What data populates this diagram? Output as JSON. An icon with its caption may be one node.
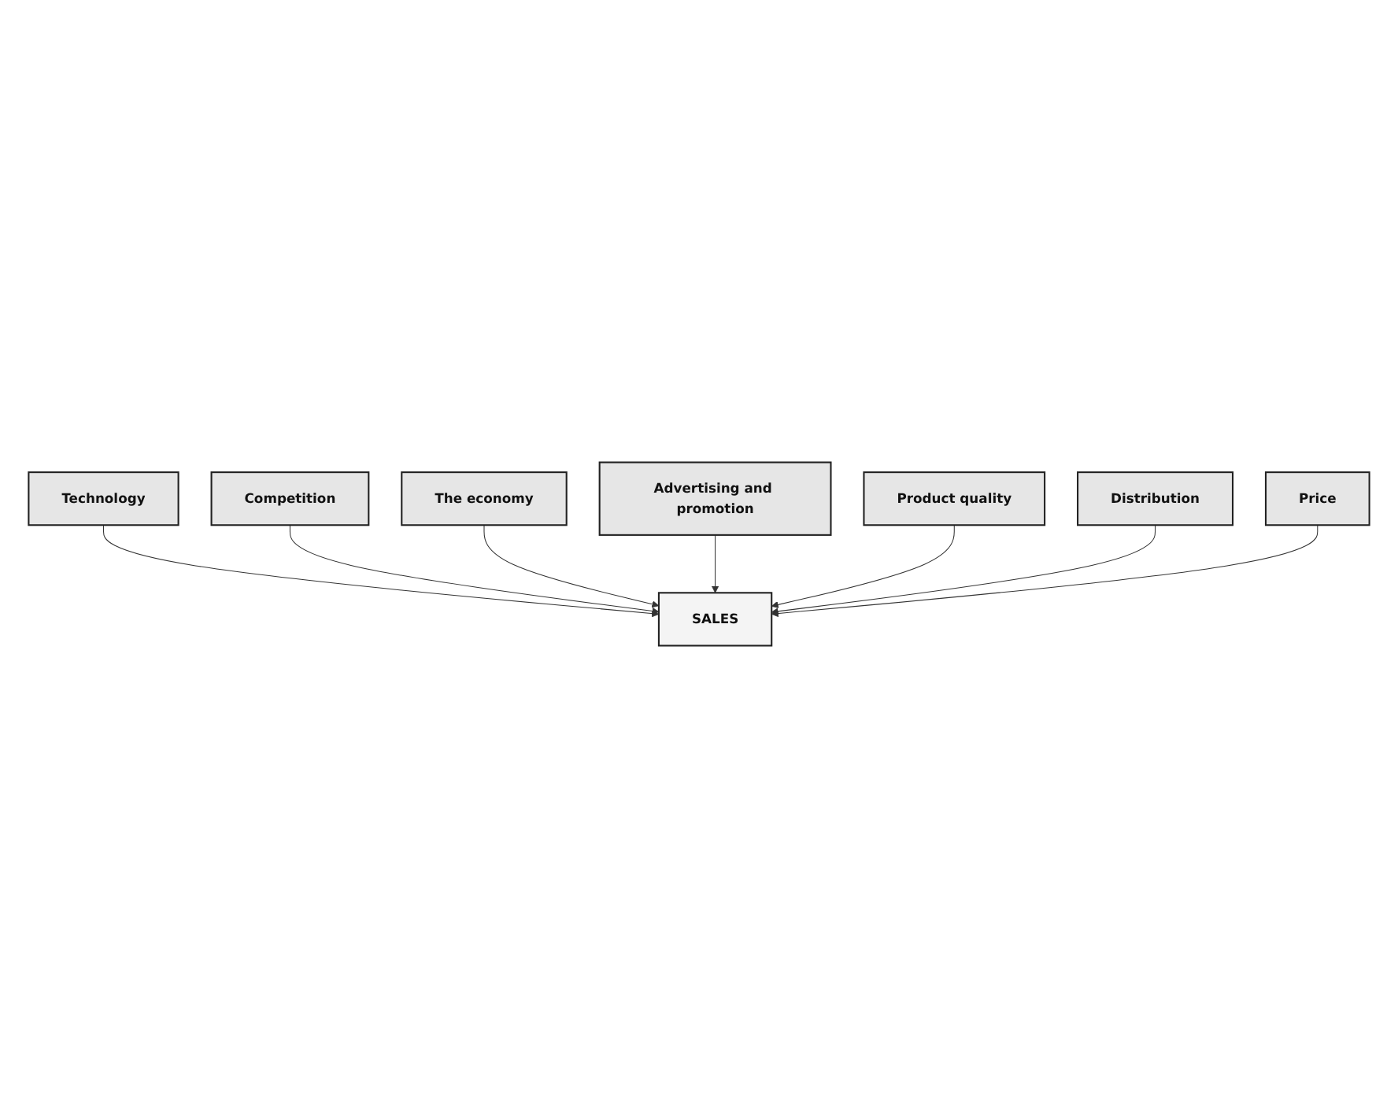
{
  "diagram": {
    "nodes": [
      {
        "text": [
          "Technology"
        ]
      },
      {
        "text": [
          "Competition"
        ]
      },
      {
        "text": [
          "The economy"
        ]
      },
      {
        "text": [
          "Advertising and promotion"
        ]
      },
      {
        "text": [
          "SALES"
        ]
      },
      {
        "text": [
          "Product quality"
        ]
      },
      {
        "text": [
          "Distribution"
        ]
      },
      {
        "text": [
          "Price"
        ]
      }
    ],
    "edges": [
      {
        "from": 0,
        "to": 4,
        "arrow": "to"
      },
      {
        "from": 1,
        "to": 4,
        "arrow": "to"
      },
      {
        "from": 2,
        "to": 4,
        "arrow": "to"
      },
      {
        "from": 3,
        "to": 4,
        "arrow": "to"
      },
      {
        "from": 5,
        "to": 4,
        "arrow": "to"
      },
      {
        "from": 6,
        "to": 4,
        "arrow": "to"
      },
      {
        "from": 7,
        "to": 4,
        "arrow": "to"
      }
    ]
  }
}
